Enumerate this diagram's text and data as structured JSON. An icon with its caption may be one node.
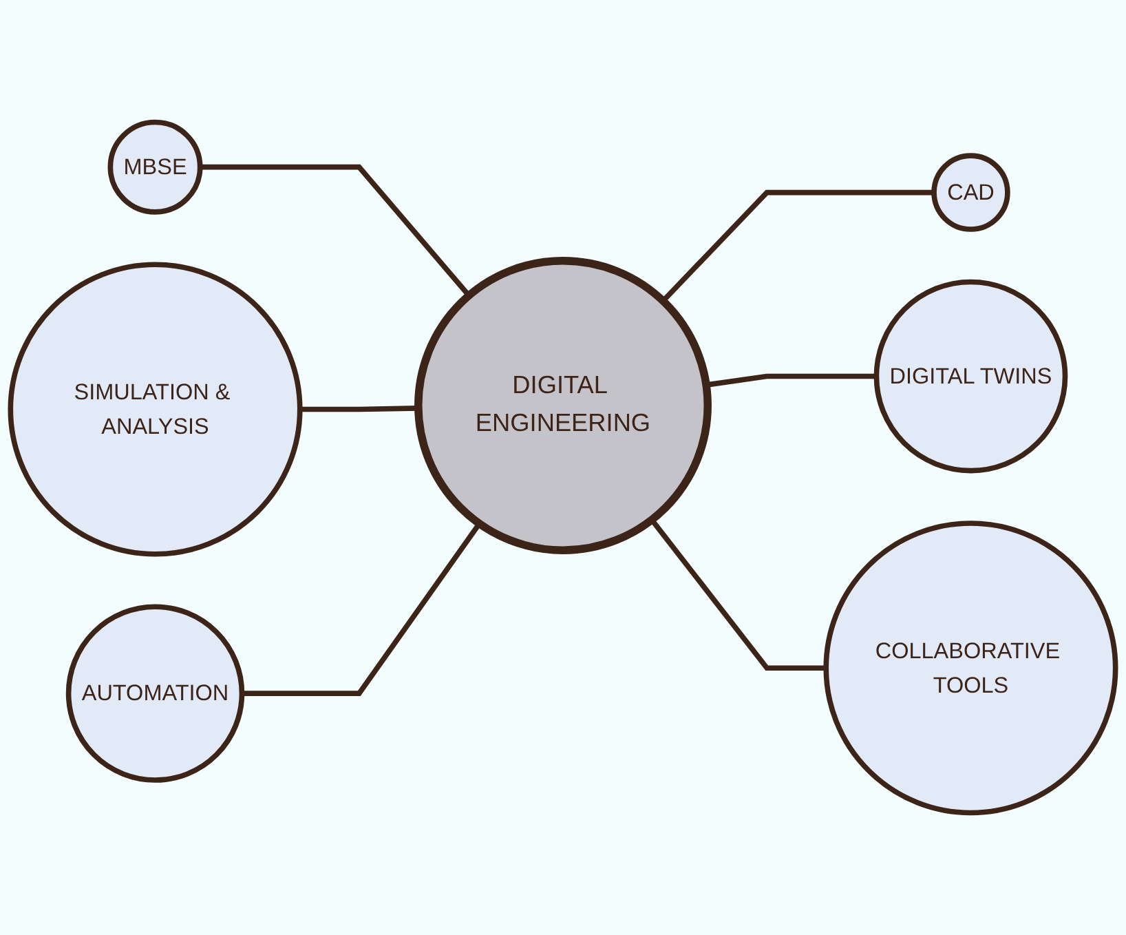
{
  "diagram": {
    "nodes": [
      {
        "text": [
          "MBSE"
        ]
      },
      {
        "text": [
          "CAD"
        ]
      },
      {
        "text": [
          "SIMULATION & ANALYSIS"
        ]
      },
      {
        "text": [
          "DIGITAL ENGINEERING"
        ]
      },
      {
        "text": [
          "DIGITAL TWINS"
        ]
      },
      {
        "text": [
          "AUTOMATION"
        ]
      },
      {
        "text": [
          "COLLABORATIVE TOOLS"
        ]
      }
    ],
    "edges": [
      {
        "from": 0,
        "to": 3,
        "arrow": "none"
      },
      {
        "from": 3,
        "to": 1,
        "arrow": "none"
      },
      {
        "from": 2,
        "to": 3,
        "arrow": "none"
      },
      {
        "from": 3,
        "to": 4,
        "arrow": "none"
      },
      {
        "from": 5,
        "to": 3,
        "arrow": "none"
      },
      {
        "from": 3,
        "to": 6,
        "arrow": "none"
      }
    ]
  }
}
